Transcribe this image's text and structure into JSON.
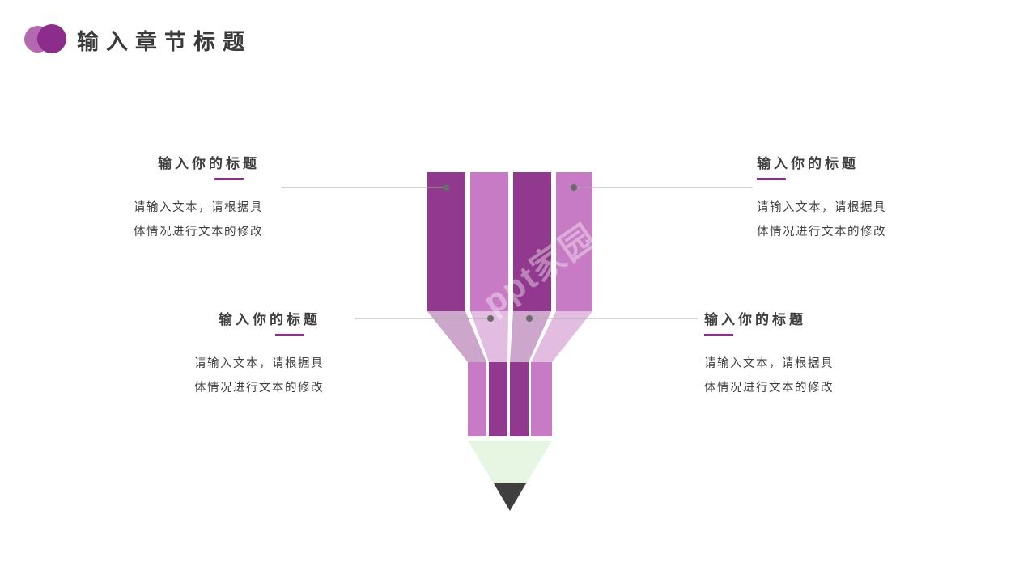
{
  "slide": {
    "title": "输入章节标题",
    "watermark": "ppt家园"
  },
  "blocks": [
    {
      "position": "top-left",
      "title": "输入你的标题",
      "line1": "请输入文本，请根据具",
      "line2": "体情况进行文本的修改"
    },
    {
      "position": "top-right",
      "title": "输入你的标题",
      "line1": "请输入文本，请根据具",
      "line2": "体情况进行文本的修改"
    },
    {
      "position": "middle-left",
      "title": "输入你的标题",
      "line1": "请输入文本，请根据具",
      "line2": "体情况进行文本的修改"
    },
    {
      "position": "middle-right",
      "title": "输入你的标题",
      "line1": "请输入文本，请根据具",
      "line2": "体情况进行文本的修改"
    }
  ],
  "colors": {
    "bar_dark": "#91398e",
    "bar_light": "#c77bc4",
    "funnel_dark": "rgba(145,57,142,0.45)",
    "funnel_light": "rgba(199,123,196,0.5)",
    "stripe_outer": "#c77bc4",
    "stripe_inner": "#91398e",
    "wood": "#e7f6e3",
    "tip": "#3f3f3f",
    "underline_accent": "#8e2f8e",
    "connector_line": "#a9a9a9",
    "connector_dot": "#6b6b6b",
    "header_circle_light": "#b468b0",
    "header_circle_dark": "#8c2d8c",
    "text": "#3f3f3f"
  }
}
